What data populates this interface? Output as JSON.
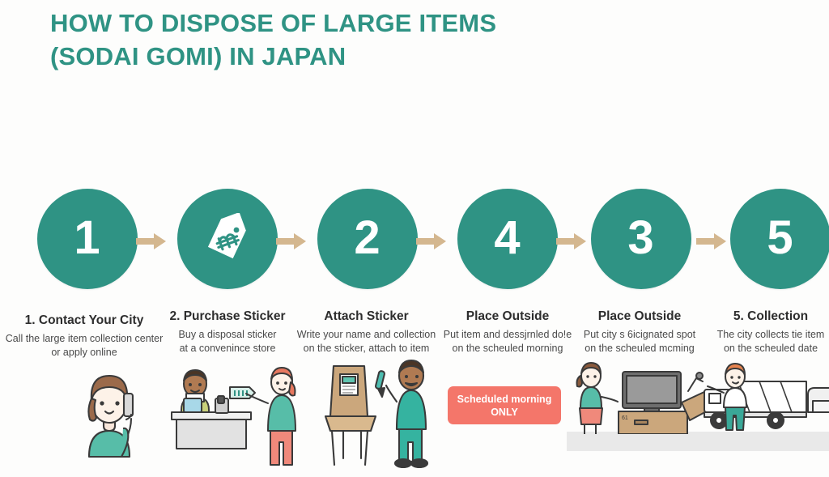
{
  "title": {
    "line1": "HOW TO DISPOSE OF LARGE ITEMS",
    "line2": "(SODAI GOMI) IN JAPAN",
    "color": "#2f9384"
  },
  "theme": {
    "background": "#fdfdfc",
    "circle_teal": "#2f9384",
    "arrow_tan": "#d4b78f",
    "badge_coral": "#f4766a",
    "text_dark": "#2d2d2d"
  },
  "flow": {
    "nodes": [
      {
        "type": "number",
        "label": "1"
      },
      {
        "type": "icon",
        "label": "price-tag-icon"
      },
      {
        "type": "number",
        "label": "2"
      },
      {
        "type": "number",
        "label": "4"
      },
      {
        "type": "number",
        "label": "3"
      },
      {
        "type": "number",
        "label": "5"
      }
    ],
    "arrow_count": 5
  },
  "steps": [
    {
      "heading": "1. Contact Your City",
      "body_line1": "Call the large item collection center",
      "body_line2": "or apply online",
      "illustration": "woman-on-phone"
    },
    {
      "heading": "2. Purchase Sticker",
      "body_line1": "Buy a disposal sticker",
      "body_line2": "at a convenince store",
      "illustration": "convenience-store-counter"
    },
    {
      "heading": "Attach Sticker",
      "body_line1": "Write your name and collection",
      "body_line2": "on the sticker, attach to item",
      "illustration": "chair-with-sticker"
    },
    {
      "heading": "Place Outside",
      "body_line1": "Put item and dessjrnled do!e",
      "body_line2": "on the scheuled morning",
      "illustration": "tv-on-curb"
    },
    {
      "heading": "Place Outside",
      "body_line1": "Put city s 6icignated spot",
      "body_line2": "on the scheuled mcming",
      "illustration": "tv-on-curb"
    },
    {
      "heading": "5. Collection",
      "body_line1": "The city collects tie item",
      "body_line2": "on the scheuled date",
      "illustration": "collection-truck"
    }
  ],
  "badge": {
    "line1": "Scheduled morning",
    "line2": "ONLY"
  }
}
